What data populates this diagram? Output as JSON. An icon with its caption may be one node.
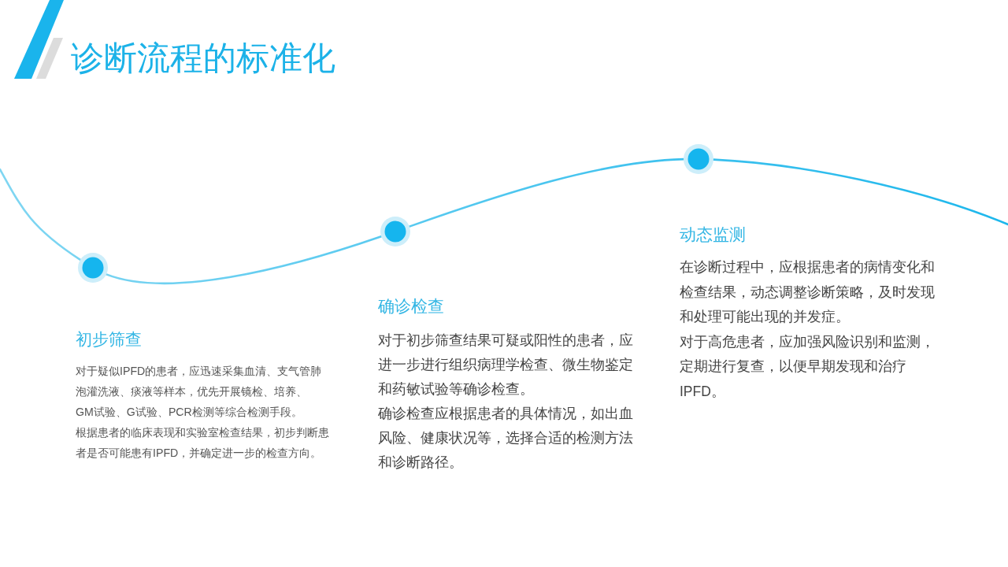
{
  "diagram": {
    "title": "诊断流程的标准化",
    "nodes": [
      {
        "text": [],
        "shape": "circle",
        "beside": [
          "初步筛查",
          "对于疑似IPFD的患者，应迅速采集血清、支气管肺泡灌洗液、痰液等样本，优先开展镜检、培养、GM试验、G试验、PCR检测等综合检测手段。",
          "根据患者的临床表现和实验室检查结果，初步判断患者是否可能患有IPFD，并确定进一步的检查方向。"
        ]
      },
      {
        "text": [],
        "shape": "circle",
        "beside": [
          "确诊检查",
          "对于初步筛查结果可疑或阳性的患者，应进一步进行组织病理学检查、微生物鉴定和药敏试验等确诊检查。",
          "确诊检查应根据患者的具体情况，如出血风险、健康状况等，选择合适的检测方法和诊断路径。"
        ]
      },
      {
        "text": [],
        "shape": "circle",
        "beside": [
          "动态监测",
          "在诊断过程中，应根据患者的病情变化和检查结果，动态调整诊断策略，及时发现和处理可能出现的并发症。",
          "对于高危患者，应加强风险识别和监测，定期进行复查，以便早期发现和治疗IPFD。"
        ]
      }
    ],
    "edges": [
      {
        "from": null,
        "to": 0,
        "arrow": "none"
      },
      {
        "from": 0,
        "to": 1,
        "arrow": "none"
      },
      {
        "from": 1,
        "to": 2,
        "arrow": "none"
      },
      {
        "from": 2,
        "to": null,
        "arrow": "none"
      }
    ]
  }
}
